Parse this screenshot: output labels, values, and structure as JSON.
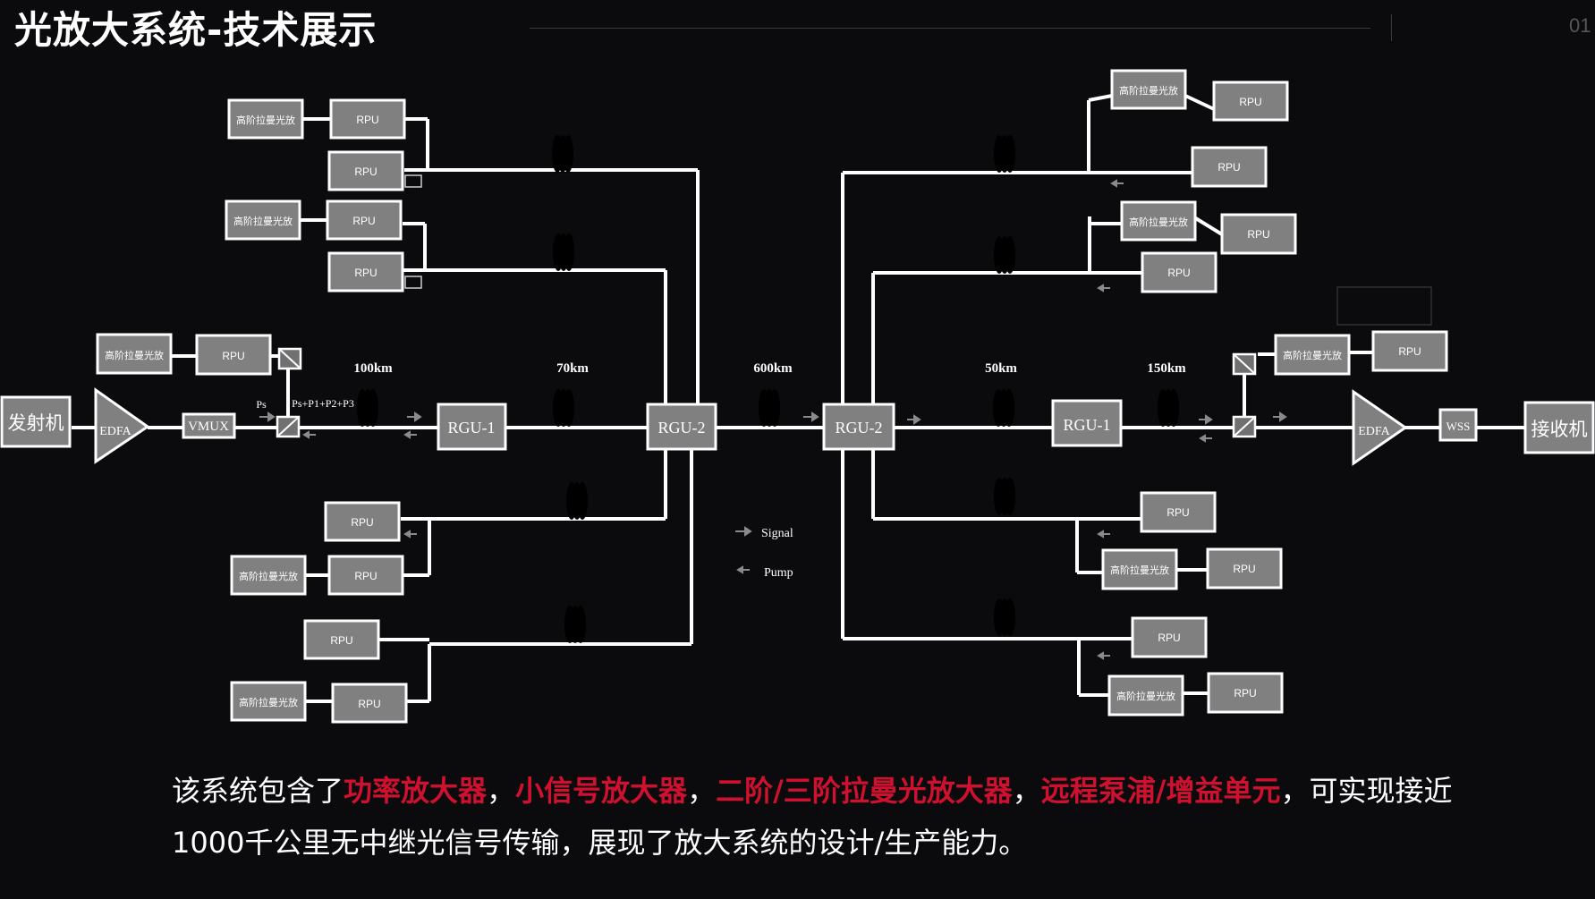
{
  "header": {
    "title": "光放大系统-技术展示",
    "page_number": "01"
  },
  "labels": {
    "transmitter": "发射机",
    "receiver": "接收机",
    "edfa": "EDFA",
    "vmux": "VMUX",
    "wss": "WSS",
    "rgu1": "RGU-1",
    "rgu2": "RGU-2",
    "rpu": "RPU",
    "raman": "高阶拉曼光放",
    "ps": "Ps",
    "ps_sum": "Ps+P1+P2+P3"
  },
  "spans": {
    "s1": "100km",
    "s2": "70km",
    "s3": "600km",
    "s4": "50km",
    "s5": "150km"
  },
  "legend": {
    "signal": "Signal",
    "pump": "Pump"
  },
  "description": {
    "p1": "该系统包含了",
    "h1": "功率放大器",
    "p2": "，",
    "h2": "小信号放大器",
    "p3": "，",
    "h3": "二阶/三阶拉曼光放大器",
    "p4": "，",
    "h4": "远程泵浦/增益单元",
    "p5": "，可实现接近1000千公里无中继光信号传输，展现了放大系统的设计/生产能力。"
  },
  "colors": {
    "background": "#0b0a0d",
    "highlight": "#d0102f",
    "box_fill": "#808080"
  }
}
